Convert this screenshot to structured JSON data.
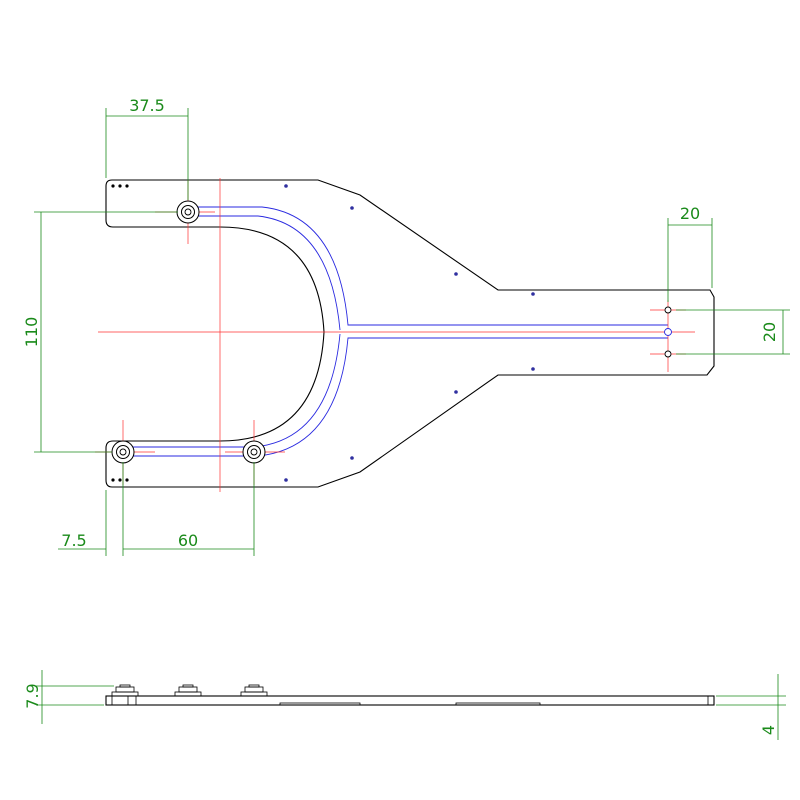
{
  "colors": {
    "outline": "#000000",
    "centerline": "#ff3030",
    "channel": "#2a2ae0",
    "dimension": "#1a8a1a"
  },
  "dimensions": {
    "top_offset": "37.5",
    "right_width": "20",
    "left_height": "110",
    "right_height": "20",
    "bottom_offset": "7.5",
    "bottom_spacing": "60",
    "side_total": "7.9",
    "side_plate": "4"
  }
}
